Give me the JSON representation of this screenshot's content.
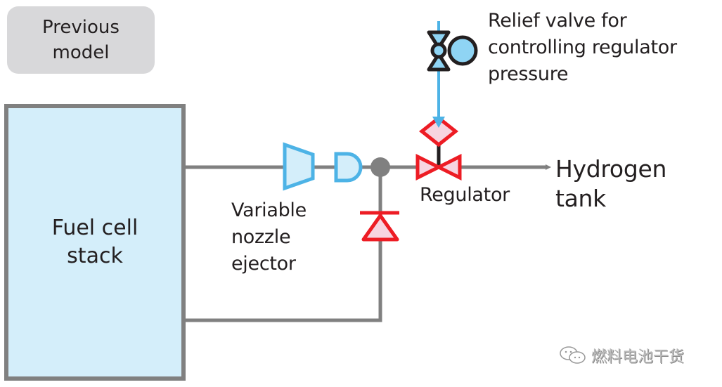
{
  "badge": {
    "line1": "Previous",
    "line2": "model"
  },
  "stack": {
    "line1": "Fuel cell",
    "line2": "stack"
  },
  "ejector_label": {
    "line1": "Variable",
    "line2": "nozzle",
    "line3": "ejector"
  },
  "regulator_label": "Regulator",
  "tank_label": "Hydrogen tank",
  "relief_label": {
    "line1": "Relief valve for",
    "line2": "controlling regulator",
    "line3": "pressure"
  },
  "watermark": {
    "icon": "wechat-icon",
    "text": "燃料电池干货"
  },
  "colors": {
    "pipe": "#808080",
    "stack_fill": "#d4eefa",
    "blue": "#4db3e6",
    "blue_fill": "#d4eefa",
    "red": "#ed1c24",
    "red_fill": "#f7d4e0",
    "relief_fill": "#8fd4f4",
    "black": "#231f20"
  }
}
